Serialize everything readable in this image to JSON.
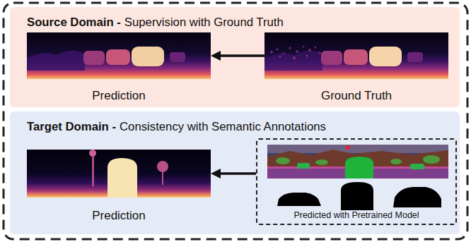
{
  "diagram": {
    "nodes": [
      {
        "text": [
          "Source Domain -",
          "Supervision with Ground Truth"
        ]
      },
      {
        "text": [
          "Prediction"
        ],
        "in": 0
      },
      {
        "text": [
          "Ground Truth"
        ],
        "in": 0
      },
      {
        "text": [
          "Target Domain -",
          "Consistency with Semantic Annotations"
        ]
      },
      {
        "text": [
          "Prediction"
        ],
        "in": 3
      },
      {
        "text": [
          "Predicted with Pretrained Model"
        ],
        "in": 3
      }
    ],
    "edges": [
      {
        "from": 2,
        "to": 1,
        "arrow": "to"
      },
      {
        "from": 5,
        "to": 4,
        "arrow": "to"
      }
    ]
  }
}
